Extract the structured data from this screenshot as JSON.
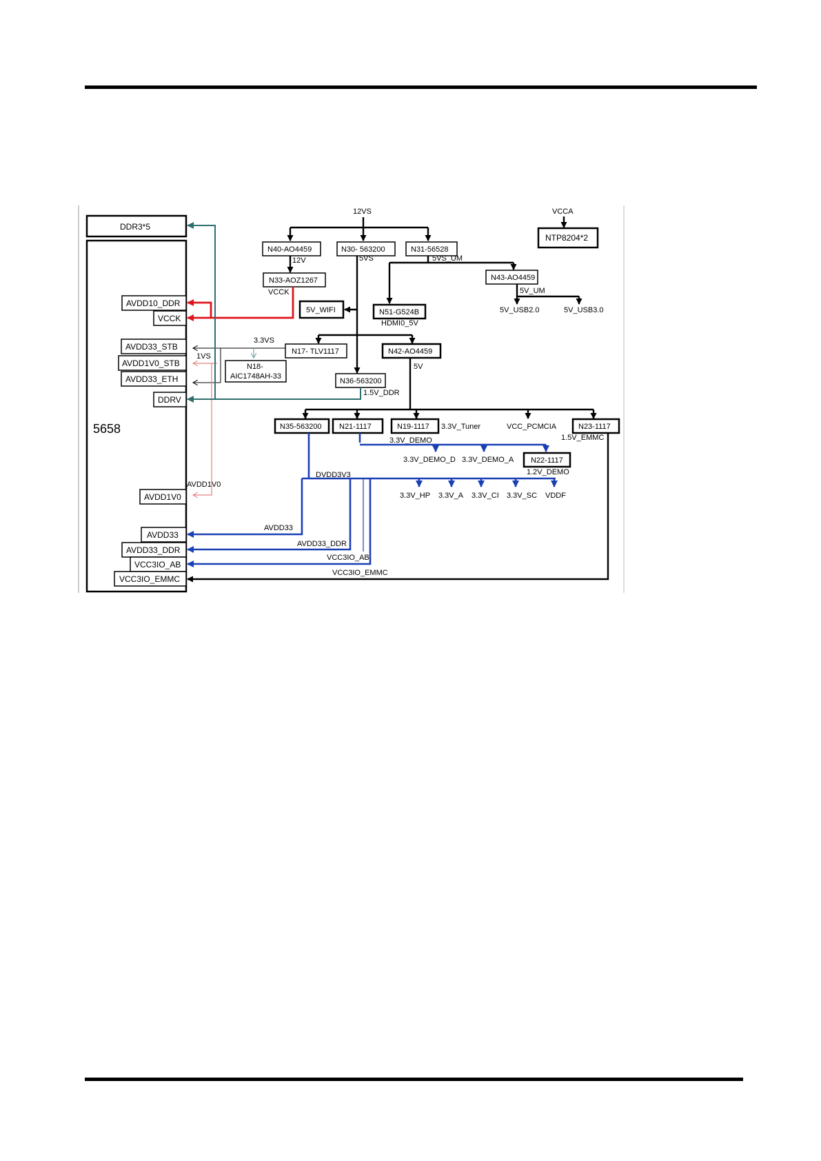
{
  "diagram": {
    "chip": "5658",
    "input_rails": {
      "main": "12VS",
      "vcca": "VCCA"
    },
    "chip_pins": {
      "ddr3": "DDR3*5",
      "avdd10_ddr": "AVDD10_DDR",
      "vcck": "VCCK",
      "avdd33_stb": "AVDD33_STB",
      "avdd1v0_stb": "AVDD1V0_STB",
      "avdd33_eth": "AVDD33_ETH",
      "ddrv": "DDRV",
      "avdd1v0": "AVDD1V0",
      "avdd33": "AVDD33",
      "avdd33_ddr": "AVDD33_DDR",
      "vcc3io_ab": "VCC3IO_AB",
      "vcc3io_emmc": "VCC3IO_EMMC"
    },
    "regulators": {
      "n40": "N40-AO4459",
      "n30": "N30- 563200",
      "n31": "N31-56528",
      "n33": "N33-AOZ1267",
      "n43": "N43-AO4459",
      "wifi": "5V_WIFI",
      "n51": "N51-G524B",
      "n17": "N17- TLV1117",
      "n42": "N42-AO4459",
      "n18_line1": "N18-",
      "n18_line2": "AIC1748AH-33",
      "n36": "N36-563200",
      "n35": "N35-563200",
      "n21": "N21-1117",
      "n19": "N19-1117",
      "n23": "N23-1117",
      "n22": "N22-1117",
      "ntp": "NTP8204*2"
    },
    "net_labels": {
      "v12": "12V",
      "v5vs": "5VS",
      "v5vs_um": "5VS_UM",
      "vcck": "VCCK",
      "v5v_um": "5V_UM",
      "usb20": "5V_USB2.0",
      "usb30": "5V_USB3.0",
      "hdmi": "HDMI0_5V",
      "v33vs": "3.3VS",
      "v1vs": "1VS",
      "v5v": "5V",
      "ddr15": "1.5V_DDR",
      "tuner": "3.3V_Tuner",
      "pcmcia": "VCC_PCMCIA",
      "emmc15": "1.5V_EMMC",
      "demo33": "3.3V_DEMO",
      "demo_d": "3.3V_DEMO_D",
      "demo_a": "3.3V_DEMO_A",
      "demo12": "1.2V_DEMO",
      "dvdd3v3": "DVDD3V3",
      "avdd1v0": "AVDD1V0",
      "hp": "3.3V_HP",
      "a33": "3.3V_A",
      "ci": "3.3V_CI",
      "sc": "3.3V_SC",
      "vddf": "VDDF",
      "avdd33": "AVDD33",
      "avdd33_ddr": "AVDD33_DDR",
      "vcc3io_ab": "VCC3IO_AB",
      "vcc3io_emmc": "VCC3IO_EMMC"
    }
  }
}
